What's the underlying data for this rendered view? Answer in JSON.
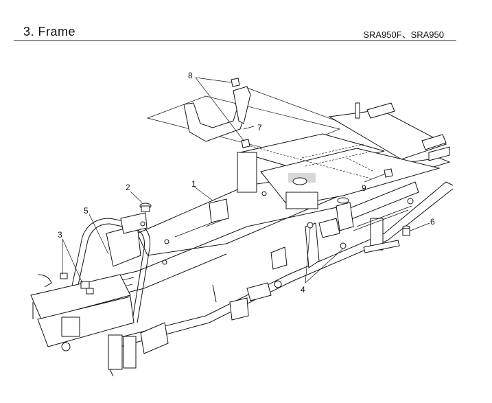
{
  "header": {
    "title": "3. Frame",
    "models": "SRA950F、SRA950"
  },
  "callouts": [
    {
      "id": "c1",
      "label": "1"
    },
    {
      "id": "c2",
      "label": "2"
    },
    {
      "id": "c3",
      "label": "3"
    },
    {
      "id": "c4",
      "label": "4"
    },
    {
      "id": "c5",
      "label": "5"
    },
    {
      "id": "c6",
      "label": "6"
    },
    {
      "id": "c7",
      "label": "7"
    },
    {
      "id": "c8",
      "label": "8"
    },
    {
      "id": "c9",
      "label": "9"
    }
  ]
}
